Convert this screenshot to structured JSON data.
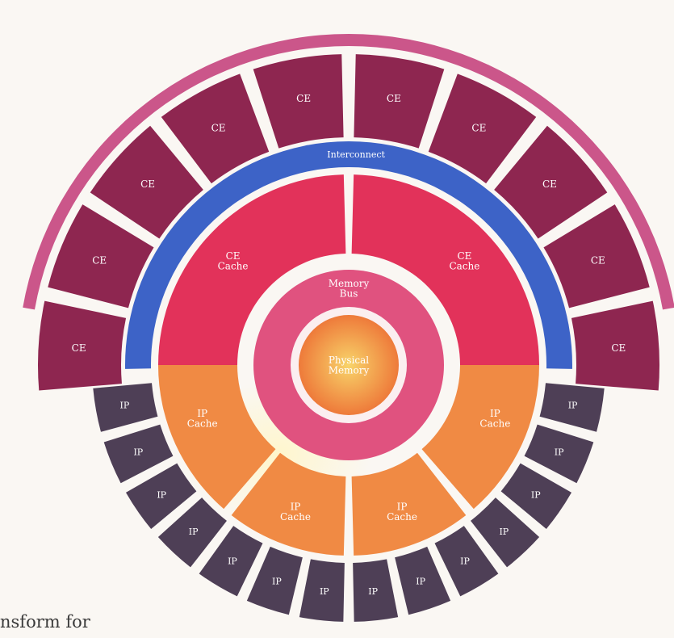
{
  "diagram": {
    "ce_labels": [
      "CE",
      "CE",
      "CE",
      "CE",
      "CE",
      "CE",
      "CE",
      "CE",
      "CE",
      "CE"
    ],
    "interconnect_label": "Interconnect",
    "ce_cache_labels": [
      "CE\nCache",
      "CE\nCache"
    ],
    "memory_bus_label": "Memory\nBus",
    "physical_memory_label": "Physical\nMemory",
    "ip_cache_labels": [
      "IP\nCache",
      "IP\nCache",
      "IP\nCache",
      "IP\nCache"
    ],
    "ip_labels": [
      "IP",
      "IP",
      "IP",
      "IP",
      "IP",
      "IP",
      "IP",
      "IP",
      "IP",
      "IP",
      "IP",
      "IP",
      "IP",
      "IP"
    ]
  },
  "page_fragment_text": "nsform for",
  "colors": {
    "ce": "#8e2650",
    "ce_outer_arc": "#c23a77",
    "interconnect": "#3d63c7",
    "ce_cache": "#e2325a",
    "memory_bus": "#e0527f",
    "physical_memory_inner": "#f6c45a",
    "physical_memory_outer": "#ee7a3a",
    "ip_cache": "#f08a44",
    "ip": "#4e3f56",
    "background": "#faf7f3"
  }
}
